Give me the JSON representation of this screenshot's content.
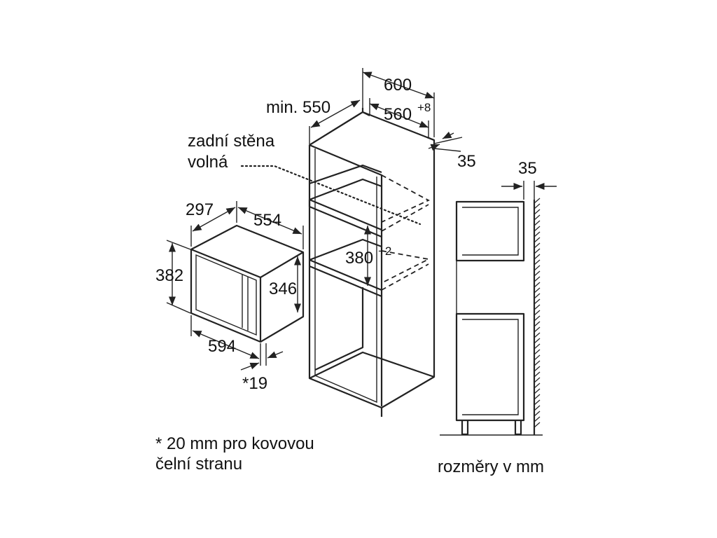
{
  "dimensions": {
    "cabinet_width": "600",
    "min_depth": "min. 550",
    "niche_width": "560",
    "niche_width_tol": "+8",
    "rear_gap": "35",
    "side_gap": "35",
    "niche_height": "380",
    "niche_height_tol": "+2",
    "appliance_depth": "297",
    "appliance_inner_width": "554",
    "appliance_height": "382",
    "appliance_inner_height": "346",
    "appliance_width": "594",
    "front_projection": "*19"
  },
  "labels": {
    "rear_wall_line1": "zadní stěna",
    "rear_wall_line2": "volná",
    "footnote_line1": "* 20 mm pro kovovou",
    "footnote_line2": "čelní stranu",
    "units": "rozměry v mm"
  }
}
